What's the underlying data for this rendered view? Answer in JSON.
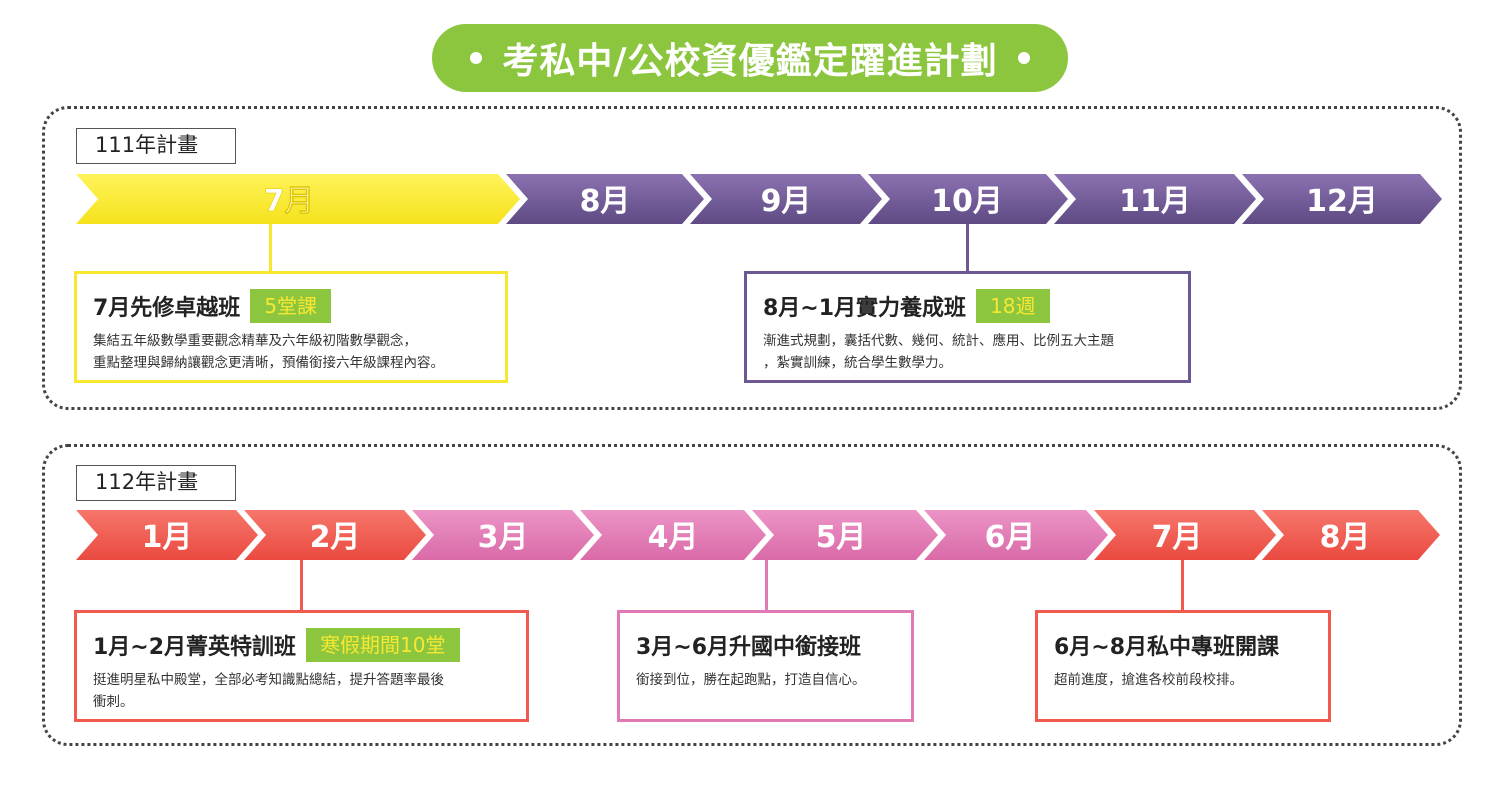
{
  "title": "考私中/公校資優鑑定躍進計劃",
  "colors": {
    "green": "#8cc63f",
    "yellow": "#f7e731",
    "purple": "#6e5894",
    "red": "#f05a4f",
    "pink": "#e07ab4"
  },
  "plan_111": {
    "label": "111年計畫",
    "months": [
      "7月",
      "8月",
      "9月",
      "10月",
      "11月",
      "12月"
    ],
    "boxes": [
      {
        "title": "7月先修卓越班",
        "badge": "5堂課",
        "desc": "集結五年級數學重要觀念精華及六年級初階數學觀念，\n重點整理與歸納讓觀念更清晰，預備銜接六年級課程內容。"
      },
      {
        "title": "8月~1月實力養成班",
        "badge": "18週",
        "desc": "漸進式規劃，囊括代數、幾何、統計、應用、比例五大主題\n，紮實訓練，統合學生數學力。"
      }
    ]
  },
  "plan_112": {
    "label": "112年計畫",
    "months": [
      "1月",
      "2月",
      "3月",
      "4月",
      "5月",
      "6月",
      "7月",
      "8月"
    ],
    "boxes": [
      {
        "title": "1月~2月菁英特訓班",
        "badge": "寒假期間10堂",
        "desc": "挺進明星私中殿堂，全部必考知識點總結，提升答題率最後\n衝刺。"
      },
      {
        "title": "3月~6月升國中銜接班",
        "desc": "銜接到位，勝在起跑點，打造自信心。"
      },
      {
        "title": "6月~8月私中專班開課",
        "desc": "超前進度，搶進各校前段校排。"
      }
    ]
  }
}
